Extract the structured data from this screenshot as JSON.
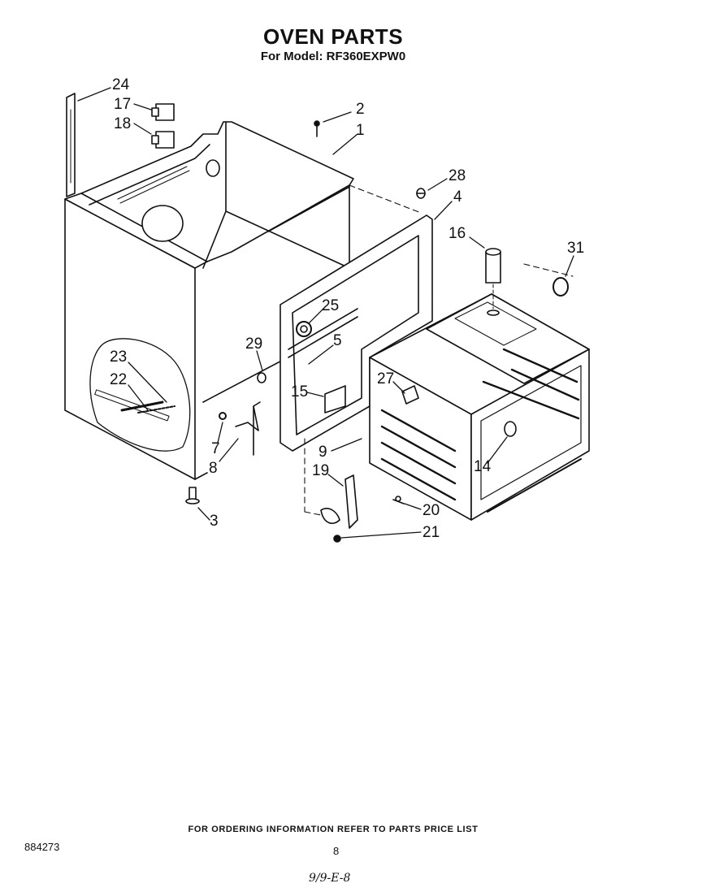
{
  "header": {
    "title": "OVEN PARTS",
    "subtitle": "For Model: RF360EXPW0"
  },
  "callouts": [
    "24",
    "17",
    "18",
    "2",
    "1",
    "28",
    "4",
    "16",
    "31",
    "25",
    "5",
    "29",
    "23",
    "22",
    "27",
    "15",
    "9",
    "14",
    "7",
    "8",
    "19",
    "20",
    "21",
    "3"
  ],
  "footer": {
    "note": "FOR ORDERING INFORMATION REFER TO PARTS PRICE LIST",
    "doc_number": "884273",
    "page_number": "8",
    "handwritten_code": "9/9-E-8"
  }
}
